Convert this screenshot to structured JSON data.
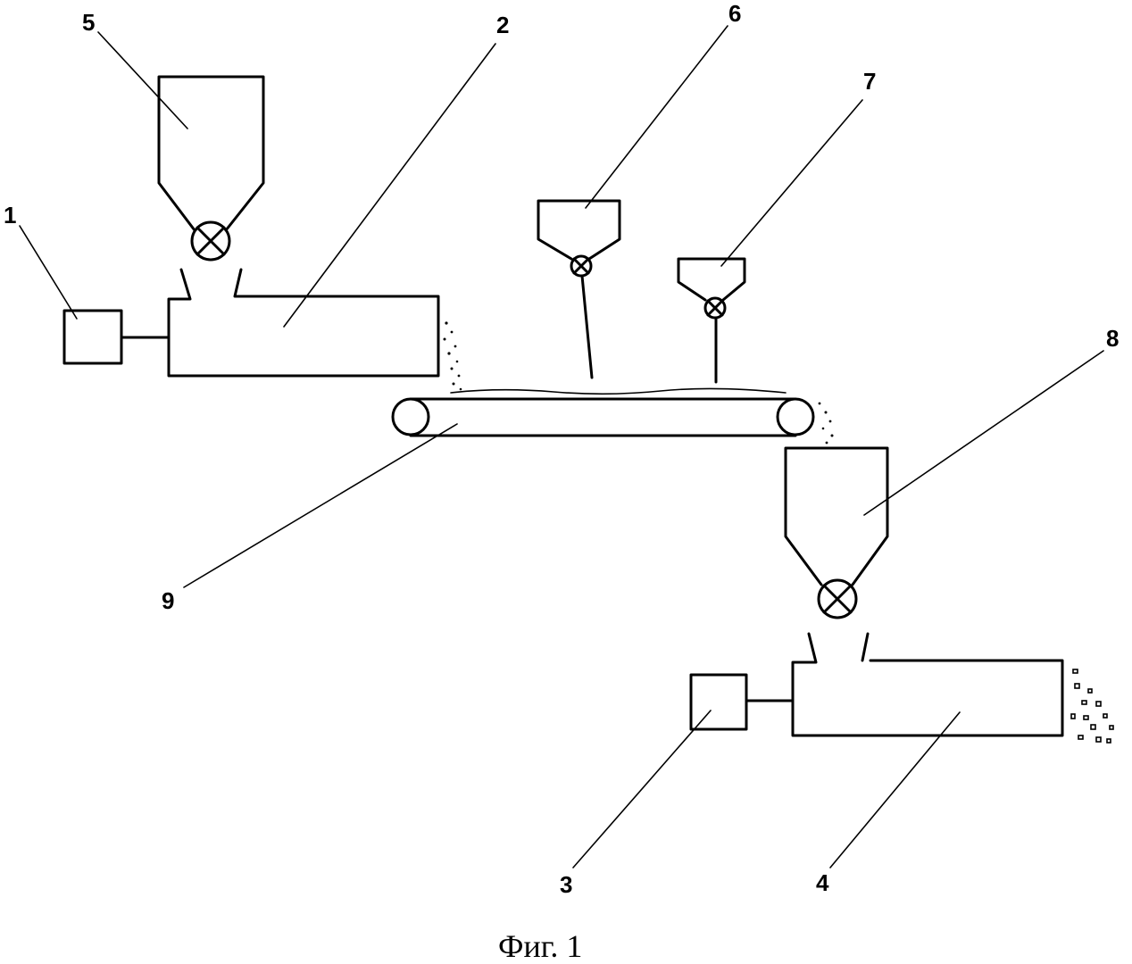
{
  "figure": {
    "caption": "Фиг. 1",
    "labels": {
      "l1": "1",
      "l2": "2",
      "l3": "3",
      "l4": "4",
      "l5": "5",
      "l6": "6",
      "l7": "7",
      "l8": "8",
      "l9": "9"
    }
  }
}
